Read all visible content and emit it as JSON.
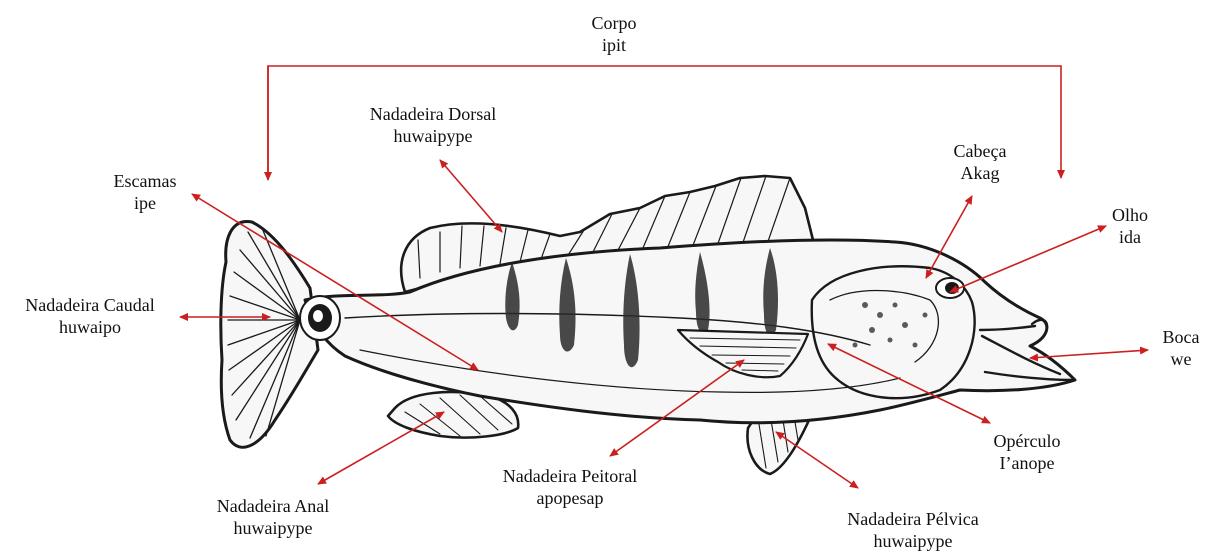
{
  "colors": {
    "arrow": "#cc1f1f",
    "ink": "#1a1a1a",
    "fill": "#f7f7f7"
  },
  "labels": {
    "corpo": {
      "pt": "Corpo",
      "local": "ipit"
    },
    "dorsal": {
      "pt": "Nadadeira Dorsal",
      "local": "huwaipype"
    },
    "cabeca": {
      "pt": "Cabeça",
      "local": "Akag"
    },
    "escamas": {
      "pt": "Escamas",
      "local": "ipe"
    },
    "olho": {
      "pt": "Olho",
      "local": "ida"
    },
    "caudal": {
      "pt": "Nadadeira Caudal",
      "local": "huwaipo"
    },
    "boca": {
      "pt": "Boca",
      "local": "we"
    },
    "operculo": {
      "pt": "Opérculo",
      "local": "I’anope"
    },
    "peitoral": {
      "pt": "Nadadeira Peitoral",
      "local": "apopesap"
    },
    "anal": {
      "pt": "Nadadeira Anal",
      "local": "huwaipype"
    },
    "pelvica": {
      "pt": "Nadadeira Pélvica",
      "local": "huwaipype"
    }
  }
}
